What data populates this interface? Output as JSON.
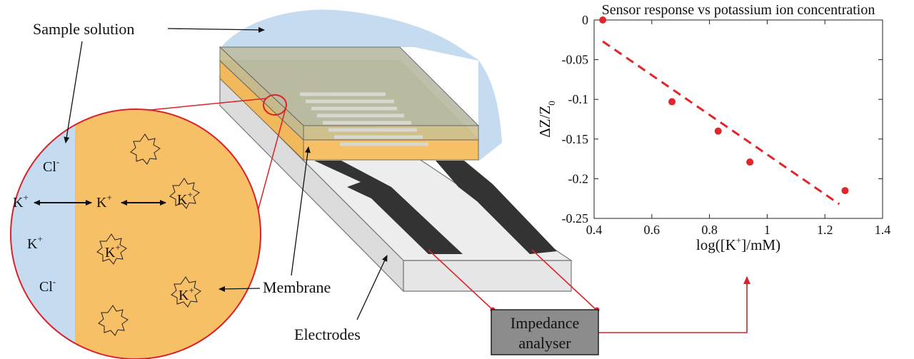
{
  "labels": {
    "sample_solution": "Sample solution",
    "membrane": "Membrane",
    "electrodes": "Electrodes",
    "impedance_line1": "Impedance",
    "impedance_line2": "analyser"
  },
  "ions": {
    "cl": "Cl",
    "cl_charge": "-",
    "k": "K",
    "k_charge": "+"
  },
  "colors": {
    "solution_blue": "#c5dcf0",
    "membrane_orange": "#f7bf66",
    "electrode_dark": "#333333",
    "red_lines": "#d9232a",
    "data_red": "#e0252b",
    "analyser_box": "#8c8c8c"
  },
  "chart_data": {
    "type": "scatter",
    "title": "Sensor response vs potassium ion concentration",
    "xlabel_prefix": "log([K",
    "xlabel_sup": "+",
    "xlabel_suffix": "]/mM)",
    "ylabel_main": "ΔZ/Z",
    "ylabel_sub": "0",
    "xlim": [
      0.4,
      1.4
    ],
    "ylim": [
      -0.25,
      0
    ],
    "xticks": [
      "0.4",
      "0.6",
      "0.8",
      "1",
      "1.2",
      "1.4"
    ],
    "yticks": [
      "0",
      "-0.05",
      "-0.1",
      "-0.15",
      "-0.2",
      "-0.25"
    ],
    "series": [
      {
        "x": [
          0.43,
          0.67,
          0.83,
          0.94,
          1.27
        ],
        "y": [
          0.0,
          -0.103,
          -0.14,
          -0.179,
          -0.215
        ]
      }
    ],
    "fit": {
      "style": "dashed",
      "x": [
        0.43,
        1.25
      ],
      "y": [
        -0.027,
        -0.232
      ]
    },
    "grid": false
  }
}
